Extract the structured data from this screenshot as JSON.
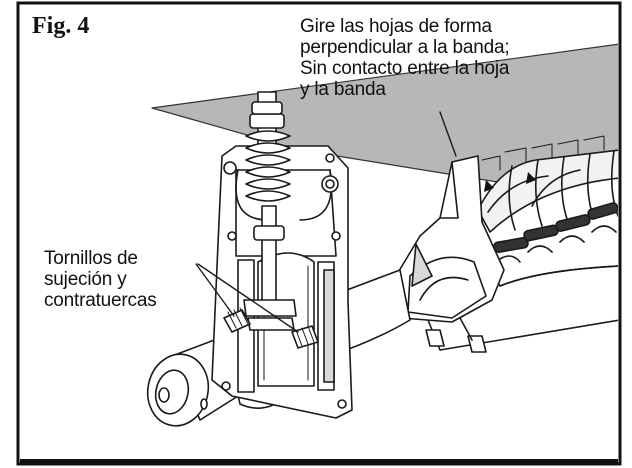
{
  "figure": {
    "title": "Fig. 4",
    "callout_blades": [
      "Gire las hojas de forma",
      "perpendicular a la banda;",
      "Sin contacto entre la hoja",
      "y la banda"
    ],
    "callout_bolts": [
      "Tornillos de",
      "sujeción y",
      "contratuercas"
    ]
  },
  "colors": {
    "belt": "#b7b7b7",
    "border": "#111111",
    "outline": "#1a1a1a",
    "fill": "#ffffff",
    "shade": "#d9d9d9"
  }
}
